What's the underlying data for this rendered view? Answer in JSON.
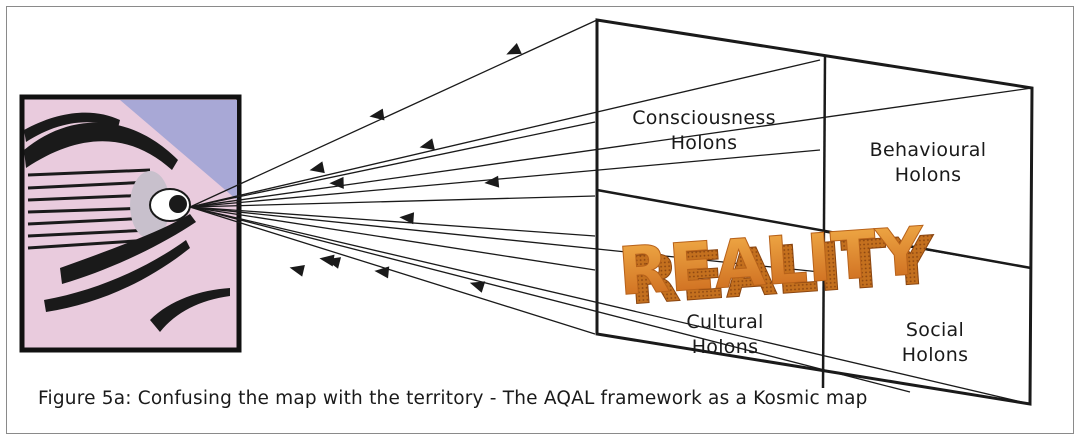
{
  "diagram": {
    "quadrants": {
      "upper_left": [
        "Consciousness",
        "Holons"
      ],
      "upper_right": [
        "Behavioural",
        "Holons"
      ],
      "lower_left": [
        "Cultural",
        "Holons"
      ],
      "lower_right": [
        "Social",
        "Holons"
      ]
    },
    "center_word": "REALITY",
    "caption": "Figure 5a:  Confusing the map with the territory - The AQAL framework as a Kosmic map"
  },
  "colors": {
    "line": "#1a1a1a",
    "eye_panel": "#e8c8dc",
    "eye_panel_shade": "#a6a8d4",
    "reality_face": "#e0942a",
    "reality_side": "#b8621a"
  }
}
